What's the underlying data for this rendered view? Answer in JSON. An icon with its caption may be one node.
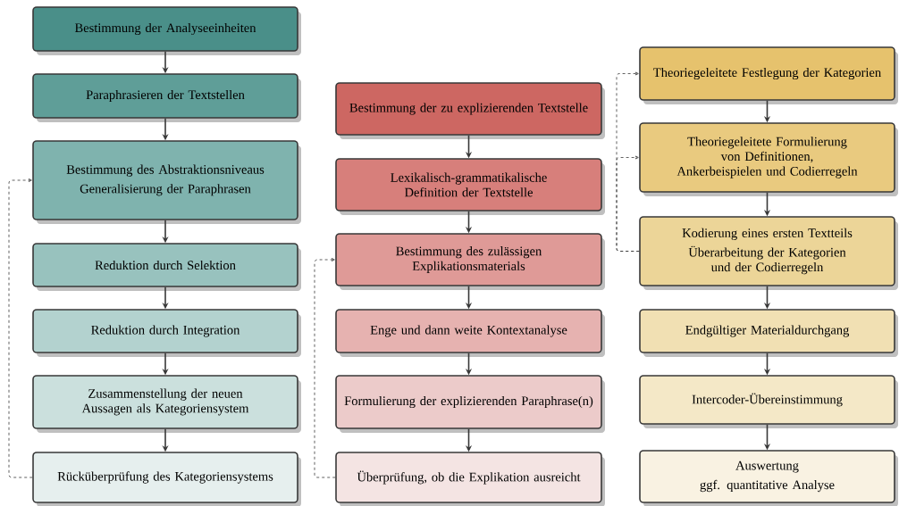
{
  "diagram": {
    "nodes": [
      {
        "text": [
          "Bestimmung der Analyseeinheiten"
        ]
      },
      {
        "text": [
          "Paraphrasieren der Textstellen"
        ]
      },
      {
        "text": [
          "Bestimmung des Abstraktionsniveaus",
          "Generalisierung der Paraphrasen"
        ]
      },
      {
        "text": [
          "Reduktion durch Selektion"
        ]
      },
      {
        "text": [
          "Reduktion durch Integration"
        ]
      },
      {
        "text": [
          "Zusammenstellung der neuen Aussagen als Kategoriensystem"
        ]
      },
      {
        "text": [
          "Rücküberprüfung des Kategoriensystems"
        ]
      },
      {
        "text": [
          "Bestimmung der zu explizierenden Textstelle"
        ]
      },
      {
        "text": [
          "Lexikalisch-grammatikalische Definition der Textstelle"
        ]
      },
      {
        "text": [
          "Bestimmung des zulässigen Explikationsmaterials"
        ]
      },
      {
        "text": [
          "Enge und dann weite Kontextanalyse"
        ]
      },
      {
        "text": [
          "Formulierung der explizierenden Paraphrase(n)"
        ]
      },
      {
        "text": [
          "Überprüfung, ob die Explikation ausreicht"
        ]
      },
      {
        "text": [
          "Theoriegeleitete Festlegung der Kategorien"
        ]
      },
      {
        "text": [
          "Theoriegeleitete Formulierung von Definitionen, Ankerbeispielen und Codierregeln"
        ]
      },
      {
        "text": [
          "Kodierung eines ersten Textteils",
          "Überarbeitung der Kategorien und der Codierregeln"
        ]
      },
      {
        "text": [
          "Endgültiger Materialdurchgang"
        ]
      },
      {
        "text": [
          "Intercoder-Übereinstimmung"
        ]
      },
      {
        "text": [
          "Auswertung",
          "ggf. quantitative Analyse"
        ]
      }
    ],
    "edges": [
      {
        "from": 0,
        "to": 1,
        "arrow": "to"
      },
      {
        "from": 1,
        "to": 2,
        "arrow": "to"
      },
      {
        "from": 2,
        "to": 3,
        "arrow": "to"
      },
      {
        "from": 3,
        "to": 4,
        "arrow": "to"
      },
      {
        "from": 4,
        "to": 5,
        "arrow": "to"
      },
      {
        "from": 5,
        "to": 6,
        "arrow": "to"
      },
      {
        "from": 6,
        "to": 2,
        "arrow": "to",
        "style": "dashed"
      },
      {
        "from": 7,
        "to": 8,
        "arrow": "to"
      },
      {
        "from": 8,
        "to": 9,
        "arrow": "to"
      },
      {
        "from": 9,
        "to": 10,
        "arrow": "to"
      },
      {
        "from": 10,
        "to": 11,
        "arrow": "to"
      },
      {
        "from": 11,
        "to": 12,
        "arrow": "to"
      },
      {
        "from": 12,
        "to": 9,
        "arrow": "to",
        "style": "dashed"
      },
      {
        "from": 13,
        "to": 14,
        "arrow": "to"
      },
      {
        "from": 14,
        "to": 15,
        "arrow": "to"
      },
      {
        "from": 15,
        "to": 16,
        "arrow": "to"
      },
      {
        "from": 16,
        "to": 17,
        "arrow": "to"
      },
      {
        "from": 17,
        "to": 18,
        "arrow": "to"
      },
      {
        "from": 15,
        "to": 13,
        "arrow": "to",
        "style": "dashed"
      },
      {
        "from": 15,
        "to": 14,
        "arrow": "to",
        "style": "dashed"
      }
    ]
  }
}
